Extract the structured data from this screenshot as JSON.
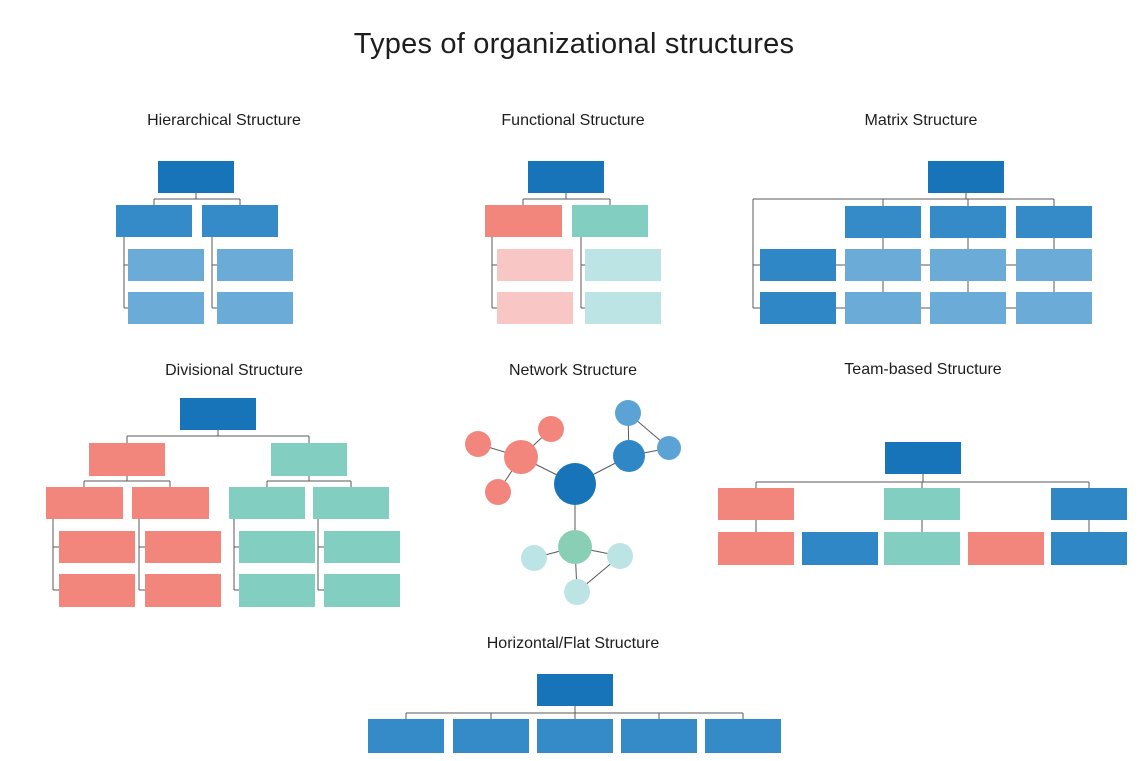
{
  "page": {
    "title": "Types of organizational structures",
    "background": "#ffffff",
    "title_color": "#1d1d1f"
  },
  "palette": {
    "dark_blue": "#1874B8",
    "mid_blue": "#358BC8",
    "light_blue": "#6AABD8",
    "steel_blue": "#2F87C6",
    "sky_blue": "#5BA3D4",
    "salmon": "#F2867D",
    "pink": "#F8C6C4",
    "teal": "#82CFC2",
    "light_teal": "#BCE4E5",
    "green_teal": "#89CFB5",
    "line": "#58595B"
  },
  "diagrams": [
    {
      "id": "hierarchical",
      "title": "Hierarchical Structure",
      "boxes": [
        [
          158,
          161,
          76,
          32,
          "dark_blue"
        ],
        [
          116,
          205,
          76,
          32,
          "mid_blue"
        ],
        [
          202,
          205,
          76,
          32,
          "mid_blue"
        ],
        [
          128,
          249,
          76,
          32,
          "light_blue"
        ],
        [
          217,
          249,
          76,
          32,
          "light_blue"
        ],
        [
          128,
          292,
          76,
          32,
          "light_blue"
        ],
        [
          217,
          292,
          76,
          32,
          "light_blue"
        ]
      ],
      "lines": [
        [
          196,
          193,
          196,
          199
        ],
        [
          154,
          199,
          240,
          199
        ],
        [
          154,
          199,
          154,
          205
        ],
        [
          240,
          199,
          240,
          205
        ],
        [
          124,
          237,
          124,
          308
        ],
        [
          124,
          265,
          128,
          265
        ],
        [
          124,
          308,
          128,
          308
        ],
        [
          212,
          237,
          212,
          308
        ],
        [
          212,
          265,
          217,
          265
        ],
        [
          212,
          308,
          217,
          308
        ]
      ]
    },
    {
      "id": "functional",
      "title": "Functional Structure",
      "boxes": [
        [
          528,
          161,
          76,
          32,
          "dark_blue"
        ],
        [
          485,
          205,
          77,
          32,
          "salmon"
        ],
        [
          572,
          205,
          76,
          32,
          "teal"
        ],
        [
          497,
          249,
          76,
          32,
          "pink"
        ],
        [
          585,
          249,
          76,
          32,
          "light_teal"
        ],
        [
          497,
          292,
          76,
          32,
          "pink"
        ],
        [
          585,
          292,
          76,
          32,
          "light_teal"
        ]
      ],
      "lines": [
        [
          566,
          193,
          566,
          199
        ],
        [
          523,
          199,
          610,
          199
        ],
        [
          523,
          199,
          523,
          205
        ],
        [
          610,
          199,
          610,
          205
        ],
        [
          492,
          237,
          492,
          308
        ],
        [
          492,
          265,
          497,
          265
        ],
        [
          492,
          308,
          497,
          308
        ],
        [
          581,
          237,
          581,
          308
        ],
        [
          581,
          265,
          585,
          265
        ],
        [
          581,
          308,
          585,
          308
        ]
      ]
    },
    {
      "id": "matrix",
      "title": "Matrix Structure",
      "boxes": [
        [
          928,
          161,
          76,
          32,
          "dark_blue"
        ],
        [
          845,
          206,
          76,
          32,
          "mid_blue"
        ],
        [
          930,
          206,
          76,
          32,
          "mid_blue"
        ],
        [
          1016,
          206,
          76,
          32,
          "mid_blue"
        ],
        [
          760,
          249,
          76,
          32,
          "steel_blue"
        ],
        [
          845,
          249,
          76,
          32,
          "light_blue"
        ],
        [
          930,
          249,
          76,
          32,
          "light_blue"
        ],
        [
          1016,
          249,
          76,
          32,
          "light_blue"
        ],
        [
          760,
          292,
          76,
          32,
          "steel_blue"
        ],
        [
          845,
          292,
          76,
          32,
          "light_blue"
        ],
        [
          930,
          292,
          76,
          32,
          "light_blue"
        ],
        [
          1016,
          292,
          76,
          32,
          "light_blue"
        ]
      ],
      "lines": [
        [
          966,
          193,
          966,
          199
        ],
        [
          753,
          199,
          1054,
          199
        ],
        [
          883,
          199,
          883,
          206
        ],
        [
          968,
          199,
          968,
          206
        ],
        [
          1054,
          199,
          1054,
          206
        ],
        [
          753,
          199,
          753,
          308
        ],
        [
          753,
          265,
          760,
          265
        ],
        [
          753,
          308,
          760,
          308
        ],
        [
          883,
          238,
          883,
          249
        ],
        [
          968,
          238,
          968,
          249
        ],
        [
          1054,
          238,
          1054,
          249
        ],
        [
          883,
          281,
          883,
          292
        ],
        [
          968,
          281,
          968,
          292
        ],
        [
          1054,
          281,
          1054,
          292
        ],
        [
          836,
          265,
          845,
          265
        ],
        [
          921,
          265,
          930,
          265
        ],
        [
          1006,
          265,
          1016,
          265
        ],
        [
          836,
          308,
          845,
          308
        ],
        [
          921,
          308,
          930,
          308
        ],
        [
          1006,
          308,
          1016,
          308
        ]
      ]
    },
    {
      "id": "divisional",
      "title": "Divisional Structure",
      "boxes": [
        [
          180,
          398,
          76,
          32,
          "dark_blue"
        ],
        [
          89,
          443,
          76,
          33,
          "salmon"
        ],
        [
          271,
          443,
          76,
          33,
          "teal"
        ],
        [
          46,
          487,
          77,
          32,
          "salmon"
        ],
        [
          132,
          487,
          77,
          32,
          "salmon"
        ],
        [
          229,
          487,
          76,
          32,
          "teal"
        ],
        [
          313,
          487,
          76,
          32,
          "teal"
        ],
        [
          59,
          531,
          76,
          32,
          "salmon"
        ],
        [
          145,
          531,
          76,
          32,
          "salmon"
        ],
        [
          239,
          531,
          76,
          32,
          "teal"
        ],
        [
          324,
          531,
          76,
          32,
          "teal"
        ],
        [
          59,
          574,
          76,
          33,
          "salmon"
        ],
        [
          145,
          574,
          76,
          33,
          "salmon"
        ],
        [
          239,
          574,
          76,
          33,
          "teal"
        ],
        [
          324,
          574,
          76,
          33,
          "teal"
        ]
      ],
      "lines": [
        [
          218,
          430,
          218,
          436
        ],
        [
          127,
          436,
          309,
          436
        ],
        [
          127,
          436,
          127,
          443
        ],
        [
          309,
          436,
          309,
          443
        ],
        [
          127,
          476,
          127,
          481
        ],
        [
          84,
          481,
          170,
          481
        ],
        [
          84,
          481,
          84,
          487
        ],
        [
          170,
          481,
          170,
          487
        ],
        [
          309,
          476,
          309,
          481
        ],
        [
          267,
          481,
          351,
          481
        ],
        [
          267,
          481,
          267,
          487
        ],
        [
          351,
          481,
          351,
          487
        ],
        [
          53,
          519,
          53,
          590
        ],
        [
          53,
          547,
          59,
          547
        ],
        [
          53,
          590,
          59,
          590
        ],
        [
          139,
          519,
          139,
          590
        ],
        [
          139,
          547,
          145,
          547
        ],
        [
          139,
          590,
          145,
          590
        ],
        [
          234,
          519,
          234,
          590
        ],
        [
          234,
          547,
          239,
          547
        ],
        [
          234,
          590,
          239,
          590
        ],
        [
          318,
          519,
          318,
          590
        ],
        [
          318,
          547,
          324,
          547
        ],
        [
          318,
          590,
          324,
          590
        ]
      ]
    },
    {
      "id": "network",
      "title": "Network Structure",
      "circles": [
        [
          575,
          484,
          21,
          "dark_blue"
        ],
        [
          521,
          457,
          17,
          "salmon"
        ],
        [
          551,
          429,
          13,
          "salmon"
        ],
        [
          478,
          444,
          13,
          "salmon"
        ],
        [
          498,
          492,
          13,
          "salmon"
        ],
        [
          629,
          456,
          16,
          "steel_blue"
        ],
        [
          628,
          413,
          13,
          "sky_blue"
        ],
        [
          669,
          448,
          12,
          "sky_blue"
        ],
        [
          575,
          547,
          17,
          "green_teal"
        ],
        [
          534,
          558,
          13,
          "light_teal"
        ],
        [
          620,
          556,
          13,
          "light_teal"
        ],
        [
          577,
          592,
          13,
          "light_teal"
        ]
      ],
      "edges": [
        [
          0,
          1
        ],
        [
          0,
          5
        ],
        [
          0,
          8
        ],
        [
          1,
          2
        ],
        [
          1,
          3
        ],
        [
          1,
          4
        ],
        [
          5,
          6
        ],
        [
          5,
          7
        ],
        [
          6,
          7
        ],
        [
          8,
          9
        ],
        [
          8,
          10
        ],
        [
          8,
          11
        ],
        [
          10,
          11
        ]
      ]
    },
    {
      "id": "team-based",
      "title": "Team-based Structure",
      "boxes": [
        [
          885,
          442,
          76,
          32,
          "dark_blue"
        ],
        [
          718,
          488,
          76,
          32,
          "salmon"
        ],
        [
          884,
          488,
          76,
          32,
          "teal"
        ],
        [
          1051,
          488,
          76,
          32,
          "steel_blue"
        ],
        [
          718,
          532,
          76,
          33,
          "salmon"
        ],
        [
          802,
          532,
          76,
          33,
          "steel_blue"
        ],
        [
          884,
          532,
          76,
          33,
          "teal"
        ],
        [
          968,
          532,
          76,
          33,
          "salmon"
        ],
        [
          1051,
          532,
          76,
          33,
          "steel_blue"
        ]
      ],
      "lines": [
        [
          923,
          474,
          923,
          482
        ],
        [
          756,
          482,
          1089,
          482
        ],
        [
          756,
          482,
          756,
          488
        ],
        [
          922,
          482,
          922,
          488
        ],
        [
          1089,
          482,
          1089,
          488
        ],
        [
          756,
          520,
          756,
          532
        ],
        [
          922,
          520,
          922,
          532
        ],
        [
          1089,
          520,
          1089,
          532
        ]
      ]
    },
    {
      "id": "horizontal-flat",
      "title": "Horizontal/Flat Structure",
      "boxes": [
        [
          537,
          674,
          76,
          32,
          "dark_blue"
        ],
        [
          368,
          719,
          76,
          34,
          "mid_blue"
        ],
        [
          453,
          719,
          76,
          34,
          "mid_blue"
        ],
        [
          537,
          719,
          76,
          34,
          "mid_blue"
        ],
        [
          621,
          719,
          76,
          34,
          "mid_blue"
        ],
        [
          705,
          719,
          76,
          34,
          "mid_blue"
        ]
      ],
      "lines": [
        [
          575,
          706,
          575,
          713
        ],
        [
          406,
          713,
          743,
          713
        ],
        [
          406,
          713,
          406,
          719
        ],
        [
          491,
          713,
          491,
          719
        ],
        [
          575,
          713,
          575,
          719
        ],
        [
          659,
          713,
          659,
          719
        ],
        [
          743,
          713,
          743,
          719
        ]
      ]
    }
  ]
}
